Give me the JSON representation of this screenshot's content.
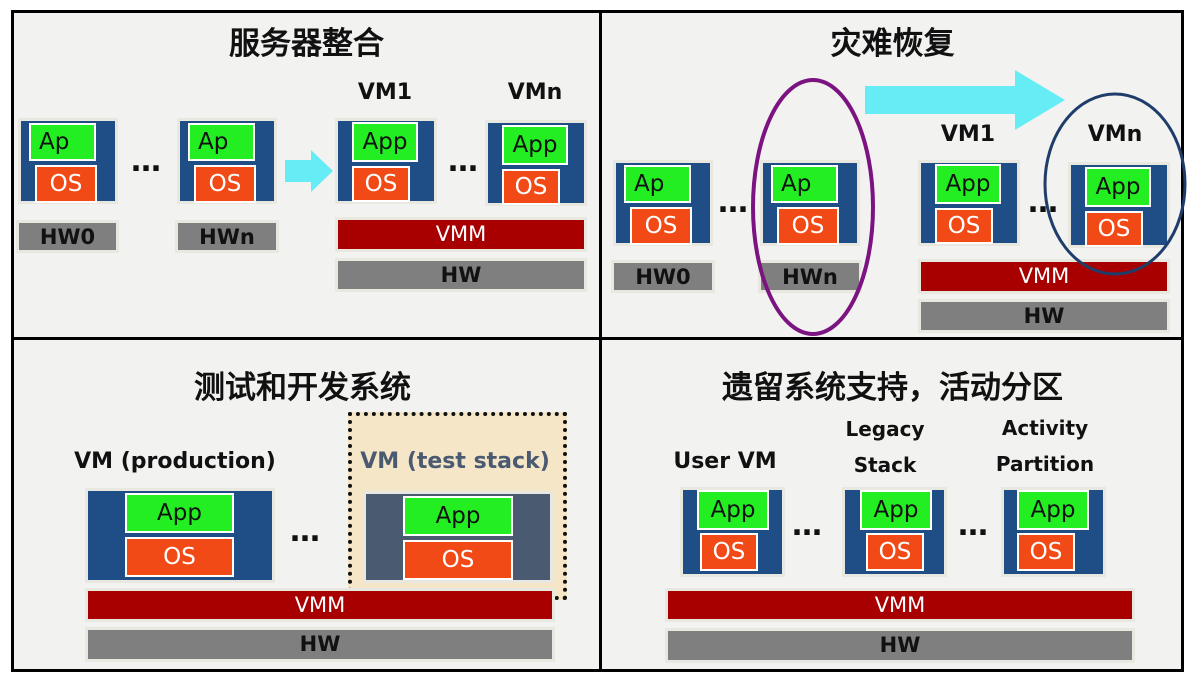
{
  "panels": {
    "server_consolidation": {
      "title": "服务器整合",
      "vm1": "VM1",
      "vmn": "VMn",
      "app_short": "Ap",
      "app": "App",
      "os": "OS",
      "hw0": "HW0",
      "hwn": "HWn",
      "vmm": "VMM",
      "hw": "HW",
      "ellipsis": "…"
    },
    "disaster_recovery": {
      "title": "灾难恢复",
      "vm1": "VM1",
      "vmn": "VMn",
      "app_short": "Ap",
      "app": "App",
      "os": "OS",
      "hw0": "HW0",
      "hwn": "HWn",
      "vmm": "VMM",
      "hw": "HW",
      "ellipsis": "…"
    },
    "test_dev": {
      "title": "测试和开发系统",
      "vm_production": "VM (production)",
      "vm_test": "VM (test stack)",
      "app": "App",
      "os": "OS",
      "vmm": "VMM",
      "hw": "HW",
      "ellipsis": "…"
    },
    "legacy_support": {
      "title": "遗留系统支持，活动分区",
      "user_vm": "User VM",
      "legacy_line1": "Legacy",
      "legacy_line2": "Stack",
      "activity_line1": "Activity",
      "activity_line2": "Partition",
      "app": "App",
      "os": "OS",
      "vmm": "VMM",
      "hw": "HW",
      "ellipsis": "…"
    }
  },
  "colors": {
    "app": "#22ee22",
    "os": "#f24a16",
    "vm_frame": "#1f4e87",
    "test_frame": "#4a5a70",
    "vmm": "#a80000",
    "hw": "#7f7f7f",
    "arrow": "#66ecf5",
    "highlight_purple": "#7b1480",
    "highlight_navy": "#1f3d6b",
    "test_highlight_bg": "#f5e6c8"
  }
}
